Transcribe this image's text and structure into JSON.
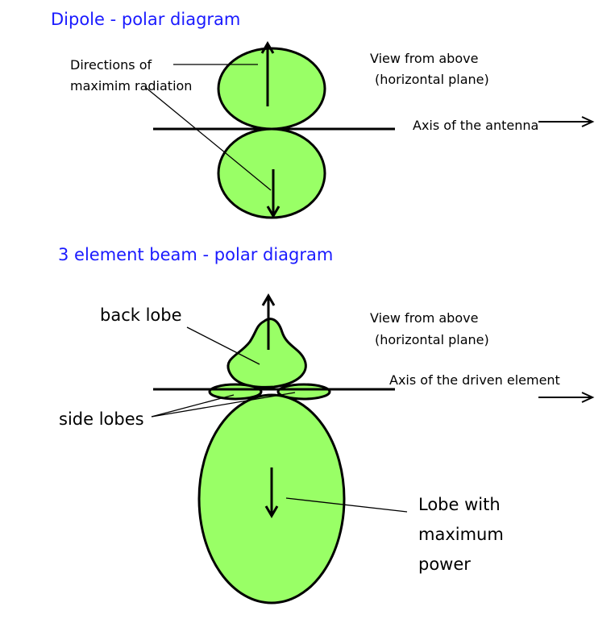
{
  "dipole": {
    "title": "Dipole - polar diagram",
    "directions_line1": "Directions of",
    "directions_line2": "maximim radiation",
    "view_line1": "View from above",
    "view_line2": "(horizontal plane)",
    "axis_label": "Axis of the antenna"
  },
  "beam": {
    "title": "3 element beam - polar diagram",
    "back_lobe": "back lobe",
    "side_lobes": "side lobes",
    "view_line1": "View from above",
    "view_line2": "(horizontal plane)",
    "axis_label": "Axis of the driven element",
    "main_lobe_line1": "Lobe with",
    "main_lobe_line2": "maximum",
    "main_lobe_line3": "power"
  },
  "colors": {
    "lobe": "#99ff66",
    "title": "#1a1aff"
  }
}
